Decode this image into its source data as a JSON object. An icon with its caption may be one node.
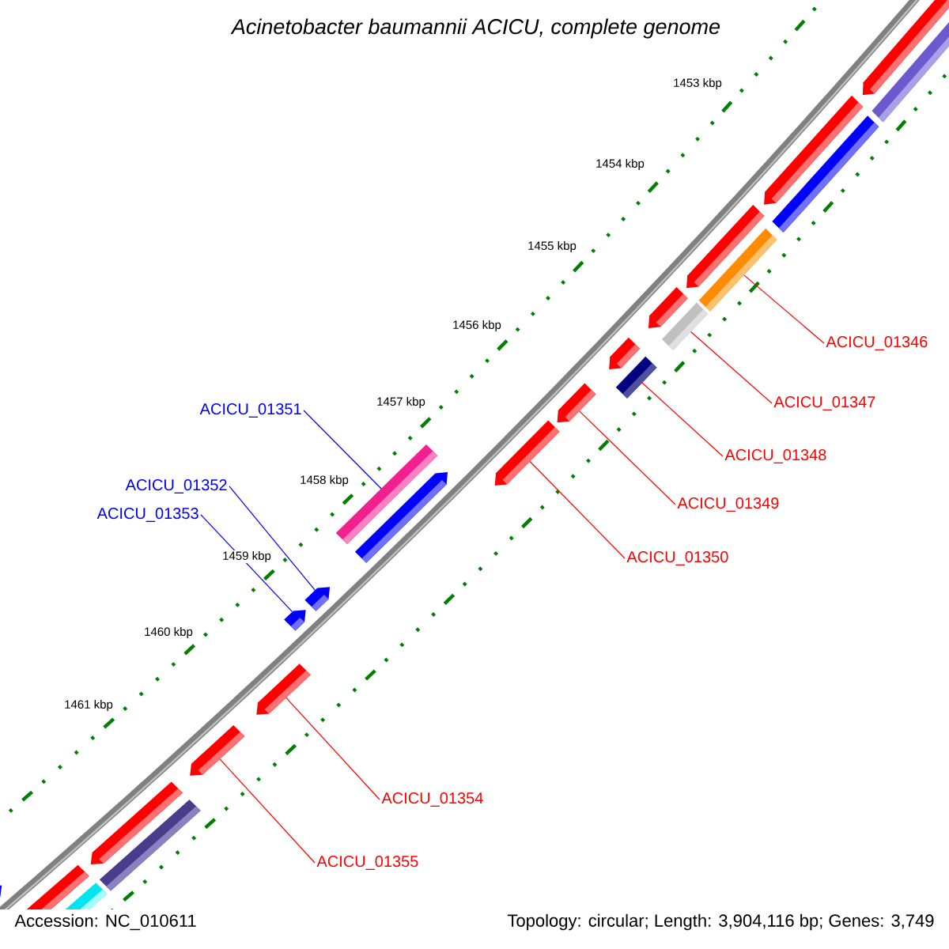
{
  "diagram": {
    "title": "Acinetobacter baumannii ACICU, complete genome",
    "nodes": [
      {
        "text": [
          "ACICU_01346"
        ]
      },
      {
        "text": [
          "ACICU_01347"
        ]
      },
      {
        "text": [
          "ACICU_01348"
        ]
      },
      {
        "text": [
          "ACICU_01349"
        ]
      },
      {
        "text": [
          "ACICU_01350"
        ]
      },
      {
        "text": [
          "ACICU_01351"
        ]
      },
      {
        "text": [
          "ACICU_01352"
        ]
      },
      {
        "text": [
          "ACICU_01353"
        ]
      },
      {
        "text": [
          "ACICU_01354"
        ]
      },
      {
        "text": [
          "ACICU_01355"
        ]
      },
      {
        "text": [],
        "shape": "bar"
      },
      {
        "text": [],
        "shape": "bar"
      },
      {
        "text": [],
        "shape": "bar"
      },
      {
        "text": [],
        "shape": "pentagon"
      },
      {
        "text": [],
        "shape": "pentagon"
      },
      {
        "text": [],
        "shape": "bar"
      },
      {
        "text": [],
        "shape": "pentagon"
      },
      {
        "text": [],
        "shape": "pentagon"
      },
      {
        "text": [],
        "shape": "pentagon"
      },
      {
        "text": [],
        "shape": "pentagon"
      }
    ],
    "edges": [
      {
        "from": 0,
        "to": 10,
        "arrow": "none",
        "color": "#ff0000"
      },
      {
        "from": 1,
        "to": 11,
        "arrow": "none",
        "color": "#ff0000"
      },
      {
        "from": 2,
        "to": 12,
        "arrow": "none",
        "color": "#ff0000"
      },
      {
        "from": 3,
        "to": 13,
        "arrow": "none",
        "color": "#ff0000"
      },
      {
        "from": 4,
        "to": 14,
        "arrow": "none",
        "color": "#ff0000"
      },
      {
        "from": 5,
        "to": 15,
        "arrow": "none",
        "color": "#0000ff"
      },
      {
        "from": 6,
        "to": 16,
        "arrow": "none",
        "color": "#0000ff"
      },
      {
        "from": 7,
        "to": 17,
        "arrow": "none",
        "color": "#0000ff"
      },
      {
        "from": 8,
        "to": 18,
        "arrow": "none",
        "color": "#ff0000"
      },
      {
        "from": 9,
        "to": 19,
        "arrow": "none",
        "color": "#ff0000"
      }
    ],
    "labels": [
      "1453 kbp",
      "1454 kbp",
      "1455 kbp",
      "1456 kbp",
      "1457 kbp",
      "1458 kbp",
      "1459 kbp",
      "1460 kbp",
      "1461 kbp",
      "Accession: NC_010611",
      "Topology: circular; Length: 3,904,116 bp; Genes: 3,749"
    ]
  }
}
